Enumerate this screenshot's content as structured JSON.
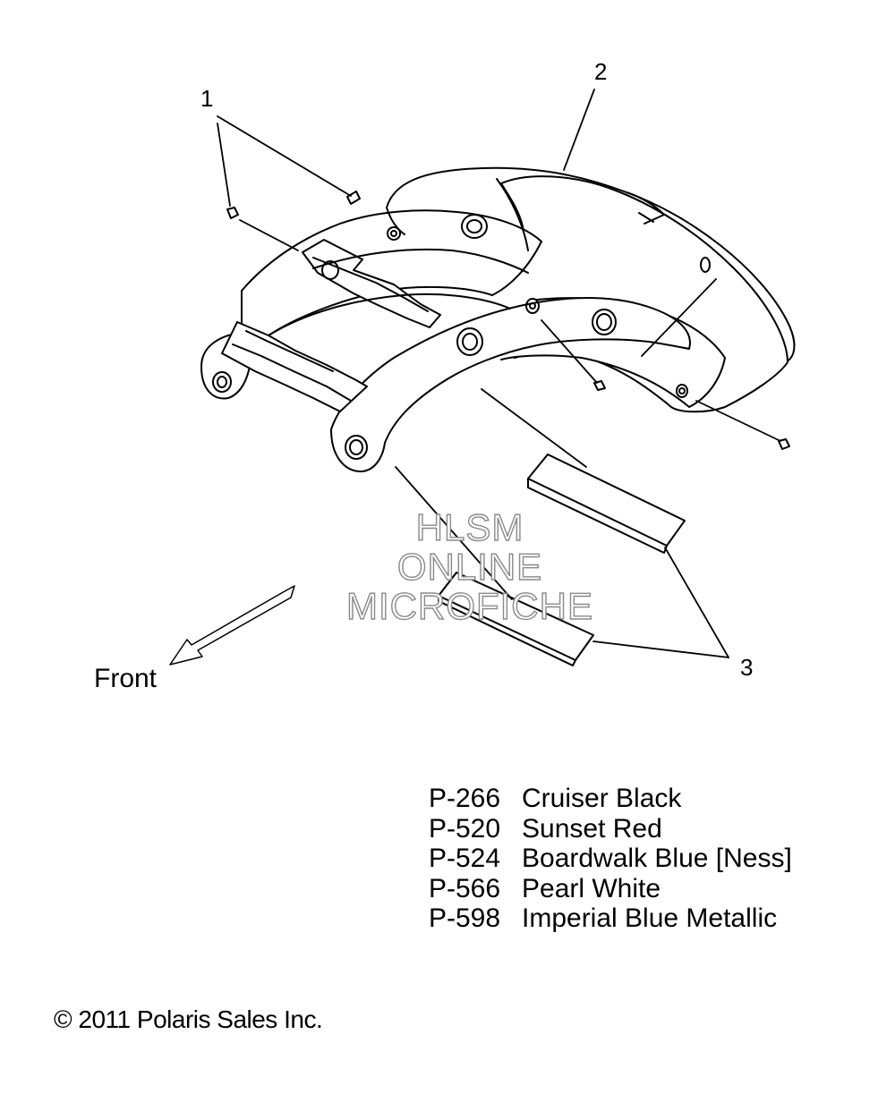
{
  "callouts": {
    "hardware": "1",
    "fender": "2",
    "decal": "3"
  },
  "front_label": "Front",
  "watermark": {
    "line1": "HLSM",
    "line2": "ONLINE",
    "line3": "MICROFICHE"
  },
  "color_options": [
    {
      "code": "P-266",
      "name": "Cruiser Black"
    },
    {
      "code": "P-520",
      "name": "Sunset Red"
    },
    {
      "code": "P-524",
      "name": "Boardwalk Blue [Ness]"
    },
    {
      "code": "P-566",
      "name": "Pearl White"
    },
    {
      "code": "P-598",
      "name": "Imperial Blue Metallic"
    }
  ],
  "copyright": "© 2011 Polaris Sales Inc.",
  "colors": {
    "line": "#000000",
    "watermark_outline": "#8a8a8a",
    "background": "#ffffff"
  }
}
